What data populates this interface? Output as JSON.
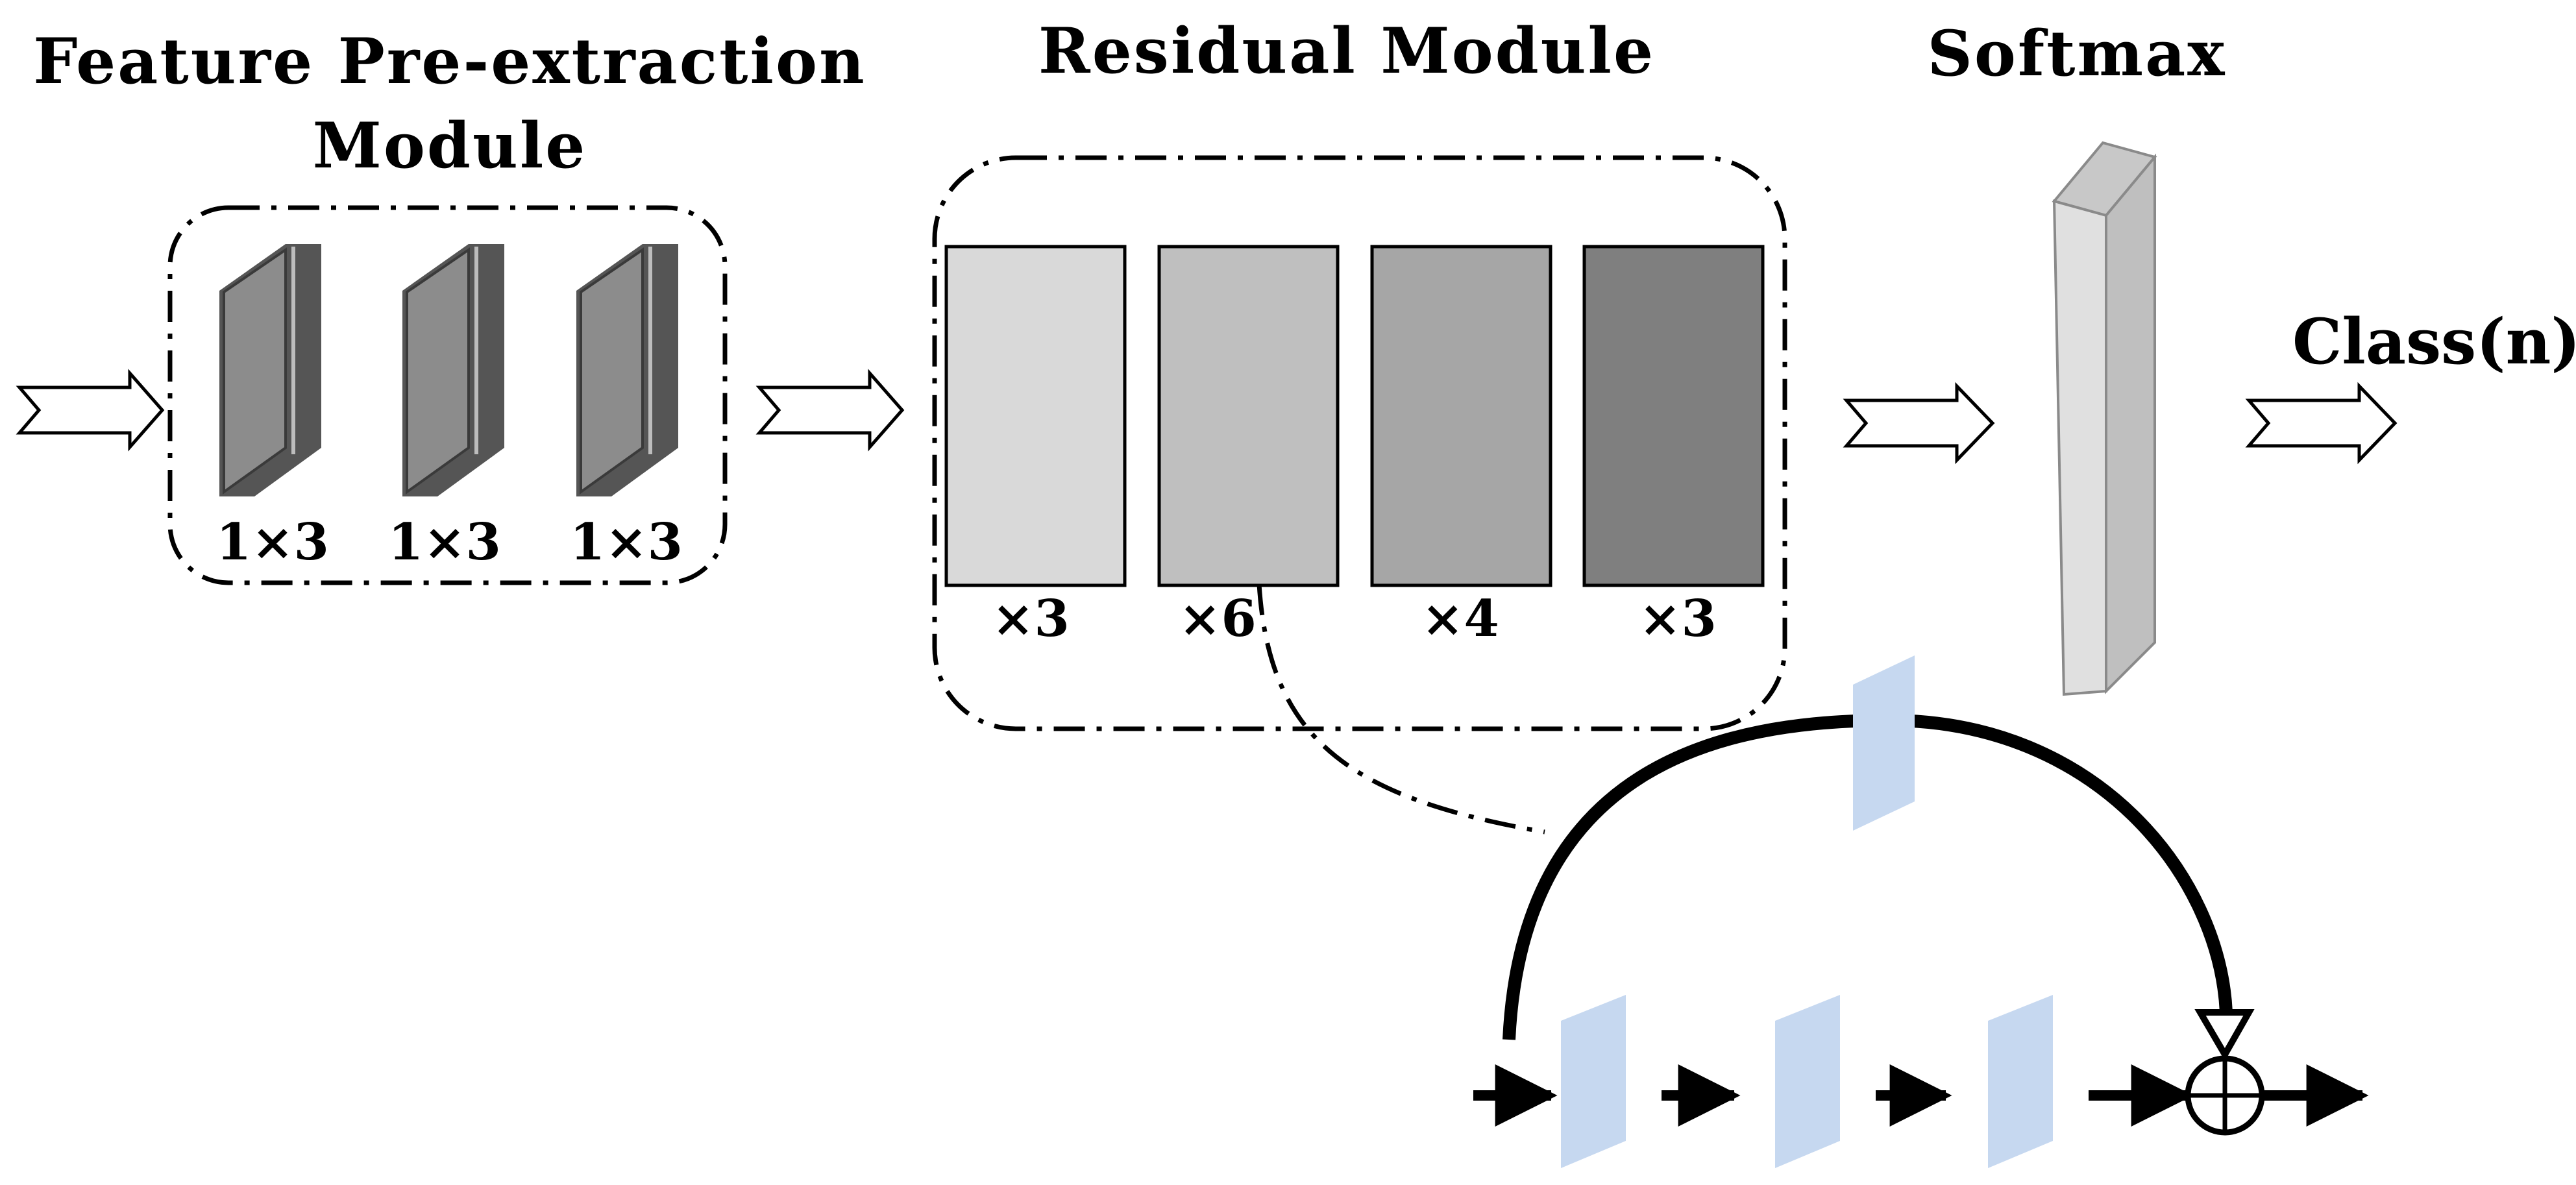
{
  "titles": {
    "feature_line1": "Feature Pre-extraction",
    "feature_line2": "Module",
    "residual": "Residual Module",
    "softmax": "Softmax",
    "class_output": "Class(n)"
  },
  "feature_kernels": [
    "1×3",
    "1×3",
    "1×3"
  ],
  "residual_stages": [
    {
      "repeat": "×3",
      "color": "#d9d9d9"
    },
    {
      "repeat": "×6",
      "color": "#bfbfbf"
    },
    {
      "repeat": "×4",
      "color": "#a6a6a6"
    },
    {
      "repeat": "×3",
      "color": "#7f7f7f"
    }
  ],
  "colors": {
    "block_blue": "#c6d8f0",
    "plate_dark": "#555555",
    "plate_face": "#8c8c8c",
    "softmax_bar": "#e0e0e0"
  }
}
